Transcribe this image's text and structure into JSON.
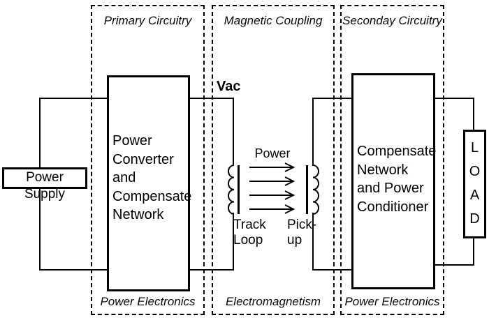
{
  "sections": {
    "primary": {
      "top_label": "Primary Circuitry",
      "bottom_label": "Power Electronics"
    },
    "coupling": {
      "top_label": "Magnetic Coupling",
      "bottom_label": "Electromagnetism"
    },
    "secondary": {
      "top_label": "Seconday Circuitry",
      "bottom_label": "Power Electronics"
    }
  },
  "blocks": {
    "power_supply": {
      "label": "Power Supply"
    },
    "power_converter": {
      "label": "Power\nConverter\nand\nCompensate\nNetwork"
    },
    "compensate_network": {
      "label": "Compensate\nNetwork\nand Power\nConditioner"
    },
    "load": {
      "label": "L\nO\nA\nD"
    }
  },
  "coupling_labels": {
    "vac": "Vac",
    "power_flow": "Power",
    "track_loop": "Track\nLoop",
    "pick_up": "Pick-\nup"
  },
  "colors": {
    "ink": "#000000",
    "background": "#ffffff"
  }
}
